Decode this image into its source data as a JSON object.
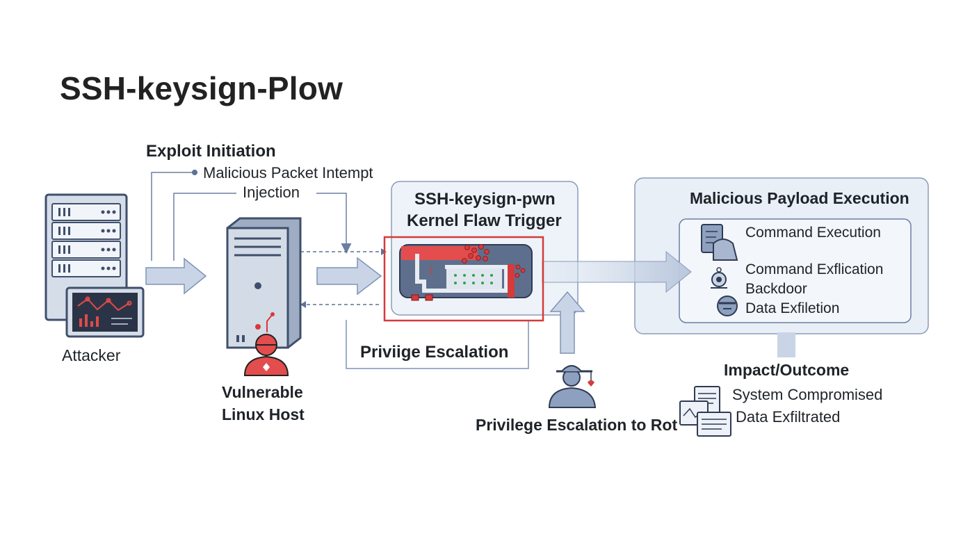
{
  "title": "SSH-keysign-Plow",
  "stages": {
    "exploit_initiation": {
      "heading": "Exploit Initiation",
      "steps": [
        "Malicious Packet Intempt",
        "Injection"
      ]
    },
    "attacker": {
      "label": "Attacker"
    },
    "host": {
      "label_line1": "Vulnerable",
      "label_line2": "Linux Host"
    },
    "kernel": {
      "title_line1": "SSH-keysign-pwn",
      "title_line2": "Kernel Flaw Trigger"
    },
    "privilege": {
      "box_label": "Priviige Escalation",
      "root_label": "Privilege Escalation to Rot"
    },
    "payload": {
      "heading": "Malicious Payload Execution",
      "items": [
        "Command Execution",
        "Command Exflication",
        "Backdoor",
        "Data Exfiletion"
      ]
    },
    "impact": {
      "heading": "Impact/Outcome",
      "items": [
        "System Compromised",
        "Data Exfiltrated"
      ]
    }
  },
  "colors": {
    "accent_red": "#d63a3a",
    "steel_blue": "#5b7196",
    "light_panel": "#eaf0f8",
    "arrow_fill": "#c9d5e6",
    "outline": "#8b9bb8"
  }
}
